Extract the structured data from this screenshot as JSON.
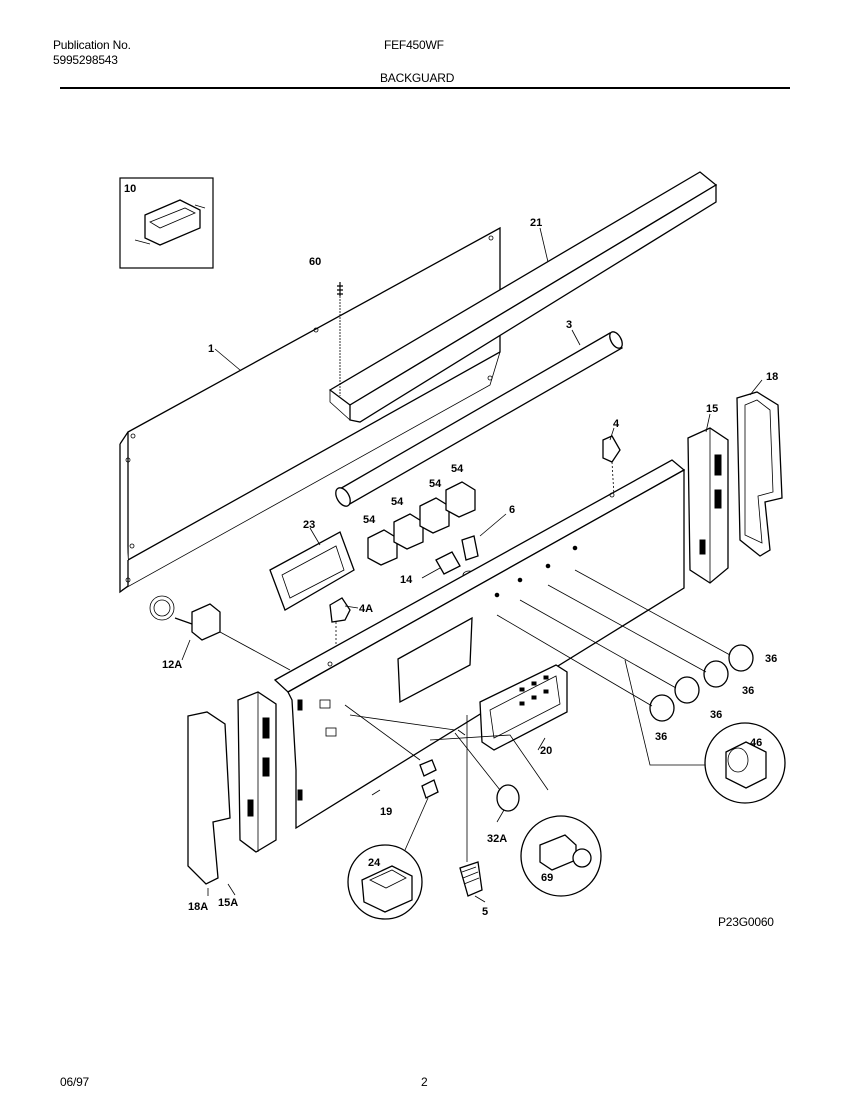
{
  "header": {
    "publication_label": "Publication No.",
    "publication_number": "5995298543",
    "model": "FEF450WF",
    "section": "BACKGUARD"
  },
  "footer": {
    "date": "06/97",
    "page": "2"
  },
  "diagram_code": "P23G0060",
  "callouts": {
    "c10": "10",
    "c21": "21",
    "c60": "60",
    "c1": "1",
    "c3": "3",
    "c18": "18",
    "c15": "15",
    "c4": "4",
    "c54a": "54",
    "c54b": "54",
    "c54c": "54",
    "c54d": "54",
    "c6": "6",
    "c23": "23",
    "c14": "14",
    "c4a": "4A",
    "c12a": "12A",
    "c36a": "36",
    "c36b": "36",
    "c36c": "36",
    "c36d": "36",
    "c46": "46",
    "c20": "20",
    "c19": "19",
    "c32a": "32A",
    "c69": "69",
    "c24": "24",
    "c5": "5",
    "c18a": "18A",
    "c15a": "15A"
  }
}
